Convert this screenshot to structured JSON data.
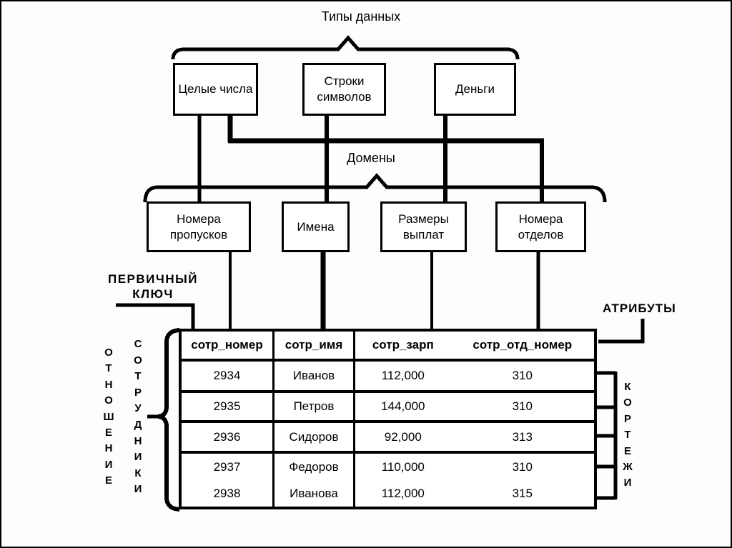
{
  "title": "Типы данных",
  "type_boxes": [
    {
      "label": "Целые числа"
    },
    {
      "label": "Строки символов"
    },
    {
      "label": "Деньги"
    }
  ],
  "domains_title": "Домены",
  "domain_boxes": [
    {
      "label": "Номера пропусков"
    },
    {
      "label": "Имена"
    },
    {
      "label": "Размеры выплат"
    },
    {
      "label": "Номера отделов"
    }
  ],
  "primary_key_label": "ПЕРВИЧНЫЙ КЛЮЧ",
  "attributes_label": "АТРИБУТЫ",
  "relation_label": "ОТНОШЕНИЕ",
  "relation_name": "СОТРУДНИКИ",
  "tuples_label": "КОРТЕЖИ",
  "table": {
    "headers": [
      "сотр_номер",
      "сотр_имя",
      "сотр_зарп",
      "сотр_отд_номер"
    ],
    "rows": [
      [
        "2934",
        "Иванов",
        "112,000",
        "310"
      ],
      [
        "2935",
        "Петров",
        "144,000",
        "310"
      ],
      [
        "2936",
        "Сидоров",
        "92,000",
        "313"
      ],
      [
        "2937",
        "Федоров",
        "110,000",
        "310"
      ],
      [
        "2938",
        "Иванова",
        "112,000",
        "315"
      ]
    ]
  },
  "colors": {
    "ink": "#000000",
    "paper": "#ffffff"
  }
}
